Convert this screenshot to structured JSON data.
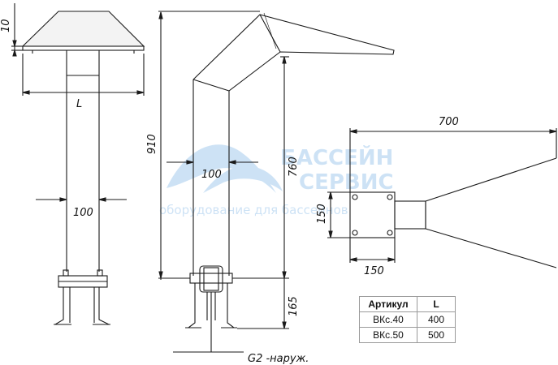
{
  "watermark": {
    "line1": "БАССЕЙН",
    "line2": "СЕРВИС",
    "line3": "оборудование для бассейнов",
    "color": "#3b8fd9"
  },
  "dimensions": {
    "front_cap_height": "10",
    "front_width": "L",
    "front_pipe": "100",
    "side_total_height": "910",
    "side_pipe": "100",
    "side_inner_height": "760",
    "side_base_height": "165",
    "top_length": "700",
    "top_flange_height": "150",
    "top_flange_width": "150"
  },
  "thread_note": "G2 -наруж.",
  "spec_table": {
    "header": [
      "Артикул",
      "L"
    ],
    "rows": [
      [
        "ВКс.40",
        "400"
      ],
      [
        "ВКс.50",
        "500"
      ]
    ]
  },
  "colors": {
    "line": "#1a1a1a",
    "table_border": "#9a9a9a"
  }
}
